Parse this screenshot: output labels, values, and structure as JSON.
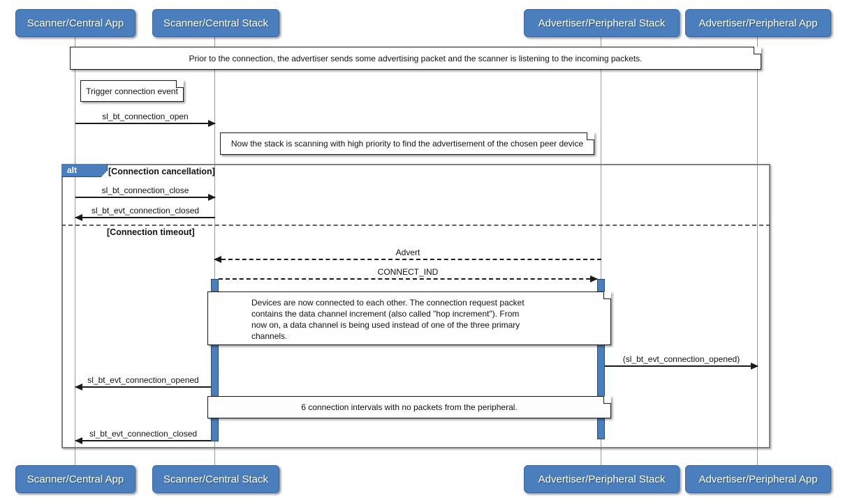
{
  "diagram": {
    "type": "uml-sequence",
    "participants": [
      {
        "label": "Scanner/Central App"
      },
      {
        "label": "Scanner/Central Stack"
      },
      {
        "label": "Advertiser/Peripheral Stack"
      },
      {
        "label": "Advertiser/Peripheral App"
      }
    ],
    "notes": {
      "prior": "Prior to the connection, the advertiser sends some advertising packet and the scanner is listening to the incoming packets.",
      "trigger": "Trigger connection event",
      "scanning": "Now the stack is scanning with high priority to find the advertisement of the chosen peer device",
      "connected_lines": [
        "Devices are now connected to each other. The connection request packet",
        "contains the data channel increment (also called \"hop increment\"). From",
        "now on, a data channel is being used instead of one of the three primary",
        "channels."
      ],
      "intervals": "6 connection intervals with no packets from the peripheral."
    },
    "frame": {
      "operator": "alt",
      "guard_cancellation": "[Connection cancellation]",
      "guard_timeout": "[Connection timeout]"
    },
    "messages": {
      "connection_open": "sl_bt_connection_open",
      "connection_close": "sl_bt_connection_close",
      "evt_connection_closed_1": "sl_bt_evt_connection_closed",
      "advert": "Advert",
      "connect_ind": "CONNECT_IND",
      "evt_connection_opened_peripheral": "(sl_bt_evt_connection_opened)",
      "evt_connection_opened": "sl_bt_evt_connection_opened",
      "evt_connection_closed_2": "sl_bt_evt_connection_closed"
    },
    "colors": {
      "participant_fill": "#4a7ebc",
      "participant_border": "#3a67a4",
      "activation_fill": "#4a7ebc",
      "frame_border": "#7d7d7d",
      "note_fill": "#fefefe",
      "line_color": "#1a1a1a"
    }
  }
}
